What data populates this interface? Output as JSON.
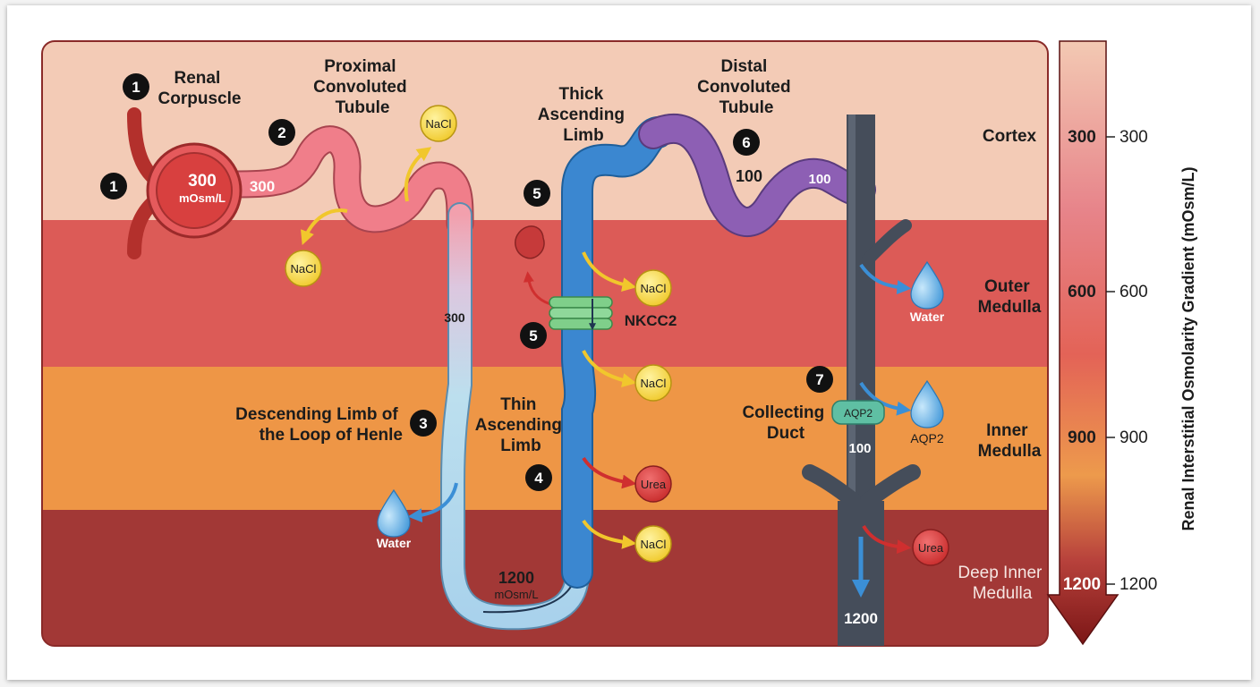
{
  "colors": {
    "cortex": "#f3cbb6",
    "outer_medulla": "#dc5b57",
    "inner_medulla": "#ee9646",
    "deep_inner_medulla": "#a23836",
    "proximal_tubule": "#f07e8a",
    "thick_ascending": "#3b87d0",
    "distal_tubule": "#8d5fb4",
    "collecting_duct": "#454d5a",
    "nacl": "#f3d33a",
    "urea": "#d63a3a",
    "water": "#58a9e4"
  },
  "steps": [
    {
      "number": "1",
      "label": [
        "Renal",
        "Corpuscle"
      ]
    },
    {
      "number": "2",
      "label": [
        "Proximal",
        "Convoluted",
        "Tubule"
      ]
    },
    {
      "number": "3",
      "label": [
        "Descending Limb of",
        "the Loop of Henle"
      ]
    },
    {
      "number": "4",
      "label": [
        "Thin",
        "Ascending",
        "Limb"
      ]
    },
    {
      "number": "5",
      "label": [
        "Thick",
        "Ascending",
        "Limb"
      ]
    },
    {
      "number": "6",
      "label": [
        "Distal",
        "Convoluted",
        "Tubule"
      ]
    },
    {
      "number": "7",
      "label": [
        "Collecting",
        "Duct"
      ]
    }
  ],
  "values": {
    "corpuscle_osm": "300",
    "corpuscle_unit": "mOsm/L",
    "pct_start": "300",
    "descending_mid": "300",
    "loop_tip": "1200",
    "loop_tip_unit": "mOsm/L",
    "dct_1": "100",
    "dct_2": "100",
    "cd_mid": "100",
    "cd_bottom": "1200"
  },
  "solutes": {
    "nacl": "NaCl",
    "urea": "Urea",
    "water": "Water",
    "nkcc2": "NKCC2",
    "aqp2": "AQP2"
  },
  "zones": [
    {
      "label": [
        "Cortex"
      ],
      "gradient": "300",
      "tick": "300"
    },
    {
      "label": [
        "Outer",
        "Medulla"
      ],
      "gradient": "600",
      "tick": "600"
    },
    {
      "label": [
        "Inner",
        "Medulla"
      ],
      "gradient": "900",
      "tick": "900"
    },
    {
      "label": [
        "Deep Inner",
        "Medulla"
      ],
      "gradient": "1200",
      "tick": "1200"
    }
  ],
  "scale_title": "Renal Interstitial Osmolarity Gradient (mOsm/L)"
}
